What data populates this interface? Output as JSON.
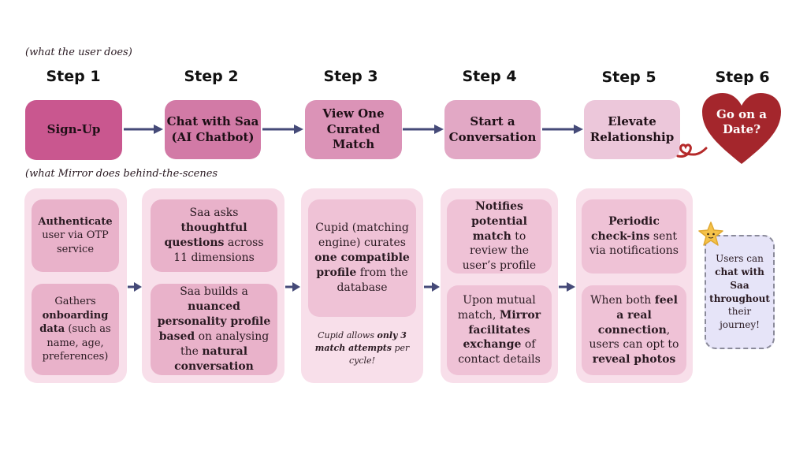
{
  "captions": {
    "top": "(what the user does)",
    "middle": "(what Mirror does behind-the-scenes"
  },
  "steps": [
    {
      "title": "Step 1",
      "label": "Sign-Up"
    },
    {
      "title": "Step 2",
      "label_line1": "Chat with Saa",
      "label_line2": "(AI Chatbot)"
    },
    {
      "title": "Step 3",
      "label_line1": "View One",
      "label_line2": "Curated Match"
    },
    {
      "title": "Step 4",
      "label_line1": "Start a",
      "label_line2": "Conversation"
    },
    {
      "title": "Step 5",
      "label_line1": "Elevate",
      "label_line2": "Relationship"
    },
    {
      "title": "Step 6",
      "label_line1": "Go on a",
      "label_line2": "Date?"
    }
  ],
  "cards": {
    "s1a": {
      "bold": "Authenticate",
      "rest": "user via OTP service"
    },
    "s1b": {
      "pre": "Gathers",
      "bold": "onboarding data",
      "rest": "(such as name, age, preferences)"
    },
    "s2a": {
      "pre": "Saa asks",
      "bold": "thoughtful questions",
      "rest": "across 11 dimensions"
    },
    "s2b": {
      "pre": "Saa builds a",
      "bold1": "nuanced personality profile based",
      "mid": "on analysing the",
      "bold2": "natural conversation"
    },
    "s3a": {
      "pre": "Cupid (matching engine) curates",
      "bold": "one compatible profile",
      "rest": "from the database"
    },
    "s3note": {
      "pre": "Cupid allows",
      "bold": "only 3 match attempts",
      "rest": "per cycle!"
    },
    "s4a": {
      "bold": "Notifies potential match",
      "rest": "to review the user’s profile"
    },
    "s4b": {
      "pre": "Upon mutual match,",
      "bold1": "Mirror facilitates exchange",
      "rest": "of contact details"
    },
    "s5a": {
      "bold": "Periodic check-ins",
      "rest": "sent via notifications"
    },
    "s5b": {
      "pre": "When both",
      "bold1": "feel a real connection",
      "mid": ", users can opt to",
      "bold2": "reveal photos"
    },
    "s6": {
      "pre": "Users can",
      "bold": "chat with Saa throughout",
      "rest": "their journey!"
    }
  },
  "colors": {
    "step1": "#c9578f",
    "step2": "#d27aa6",
    "step3": "#db93b7",
    "step4": "#e2a8c5",
    "step5": "#ecc7da",
    "heart": "#a4262c",
    "arrow": "#454a78",
    "panel": "#f8dfea",
    "card1": "#e9b2ca",
    "card2": "#efc2d6",
    "bubble": "#e6e4f8"
  },
  "icons": [
    "arrow-right-icon",
    "heart-icon",
    "squiggle-heart-icon",
    "star-face-icon"
  ]
}
